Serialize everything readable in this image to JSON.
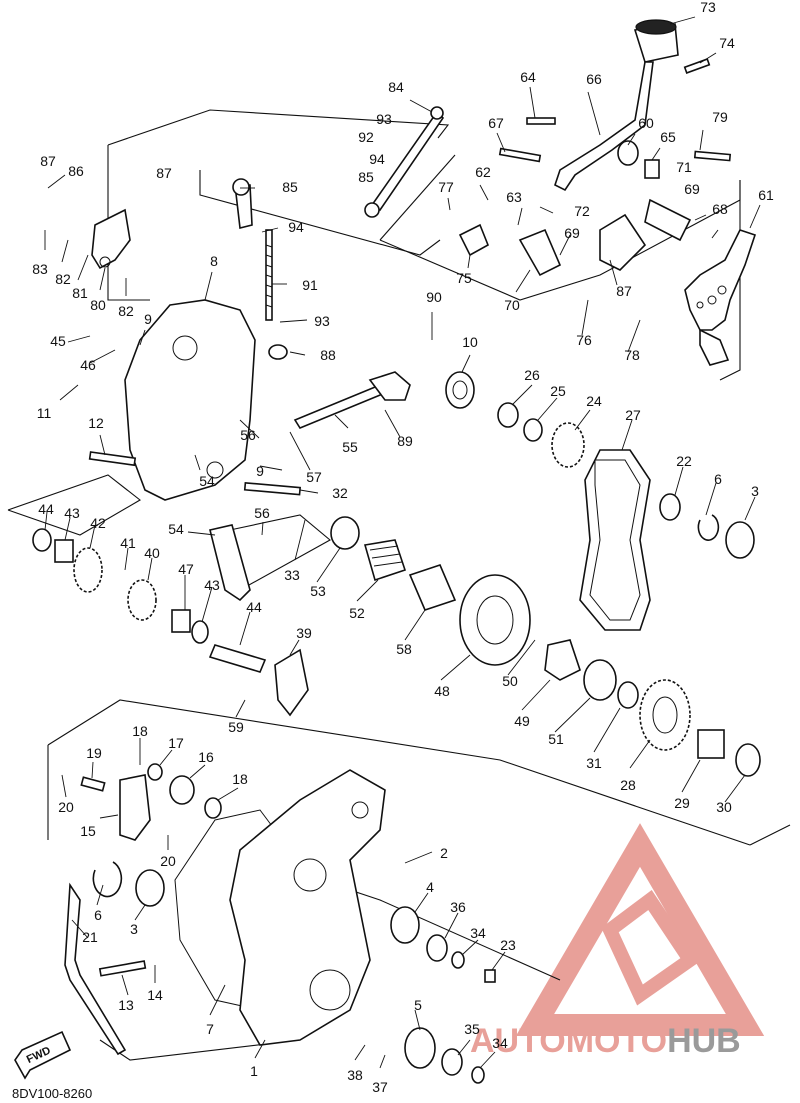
{
  "drawing_code": "8DV100-8260",
  "fwd_label": "FWD",
  "watermark": {
    "brand_part1": "AUTOMOTO",
    "brand_part2": "HUB",
    "color_primary": "#e8a099",
    "color_secondary": "#9a9a9a"
  },
  "callouts": [
    "73",
    "74",
    "64",
    "66",
    "84",
    "93",
    "92",
    "94",
    "85",
    "67",
    "60",
    "65",
    "79",
    "87",
    "86",
    "87",
    "85",
    "94",
    "62",
    "77",
    "63",
    "72",
    "71",
    "69",
    "68",
    "61",
    "83",
    "82",
    "81",
    "80",
    "82",
    "8",
    "91",
    "69",
    "75",
    "70",
    "87",
    "90",
    "45",
    "9",
    "93",
    "46",
    "88",
    "76",
    "78",
    "10",
    "11",
    "26",
    "25",
    "24",
    "27",
    "12",
    "56",
    "55",
    "89",
    "9",
    "57",
    "54",
    "32",
    "22",
    "6",
    "3",
    "44",
    "43",
    "42",
    "54",
    "56",
    "41",
    "40",
    "33",
    "53",
    "52",
    "47",
    "43",
    "44",
    "39",
    "58",
    "48",
    "50",
    "49",
    "51",
    "31",
    "28",
    "29",
    "30",
    "59",
    "18",
    "17",
    "19",
    "16",
    "18",
    "20",
    "15",
    "20",
    "2",
    "6",
    "3",
    "4",
    "36",
    "34",
    "23",
    "21",
    "13",
    "14",
    "7",
    "5",
    "35",
    "34",
    "1",
    "38",
    "37"
  ]
}
